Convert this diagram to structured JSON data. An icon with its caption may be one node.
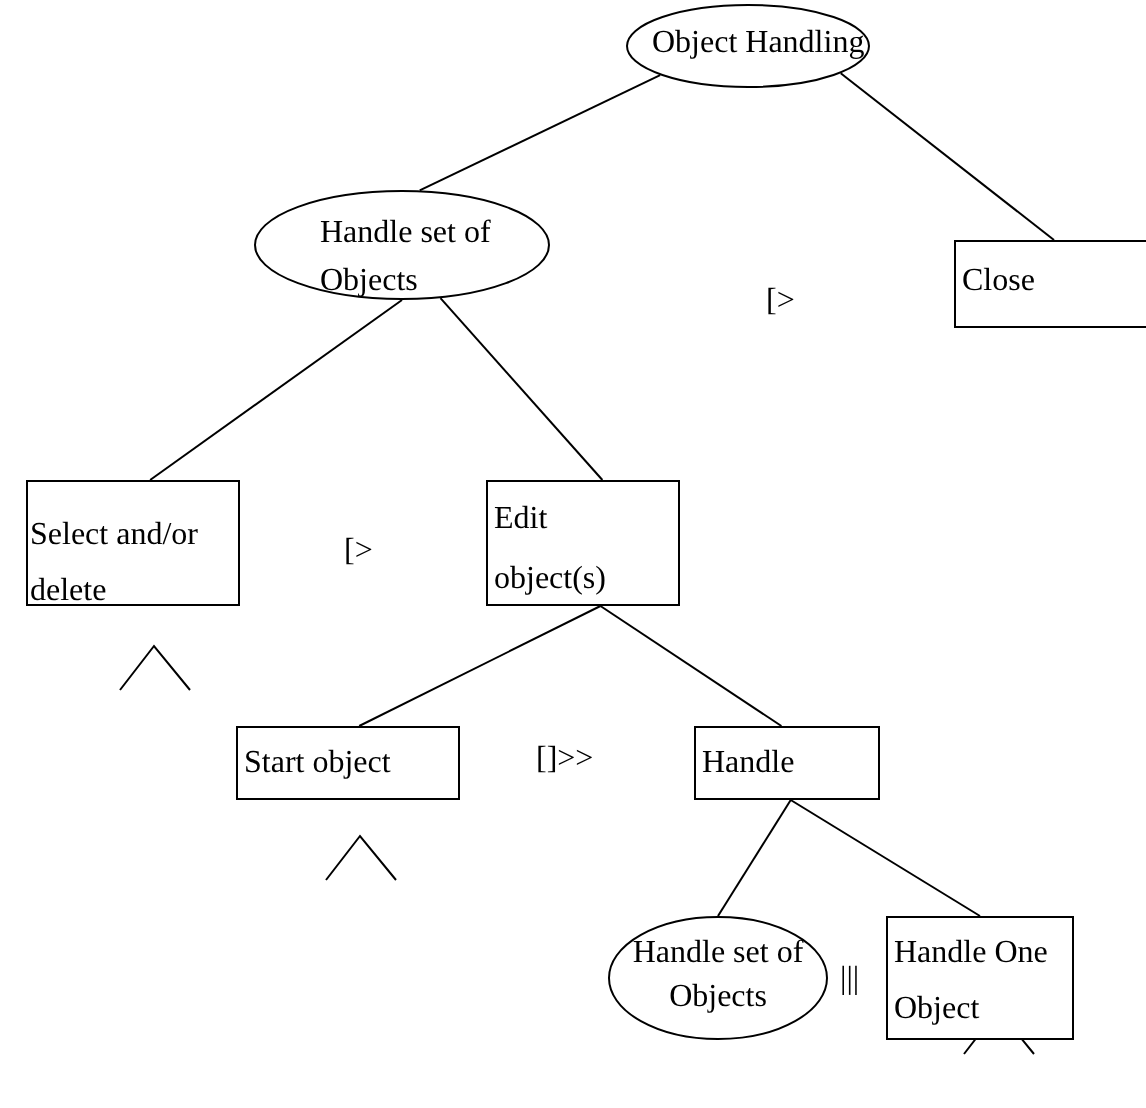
{
  "diagram": {
    "nodes": [
      {
        "text": [
          "Object Handling"
        ]
      },
      {
        "text": [
          "Handle set of Objects"
        ]
      },
      {
        "text": [
          "Close"
        ]
      },
      {
        "text": [
          "Select and/or delete"
        ]
      },
      {
        "text": [
          "Edit object(s)"
        ]
      },
      {
        "text": [
          "Start object"
        ]
      },
      {
        "text": [
          "Handle"
        ]
      },
      {
        "text": [
          "Handle set of Objects"
        ]
      },
      {
        "text": [
          "Handle One Object"
        ]
      }
    ],
    "edges": [
      {
        "from": 0,
        "to": 1,
        "arrow": "none"
      },
      {
        "from": 0,
        "to": 2,
        "arrow": "none"
      },
      {
        "from": 1,
        "to": 3,
        "arrow": "none"
      },
      {
        "from": 1,
        "to": 4,
        "arrow": "none"
      },
      {
        "from": 4,
        "to": 5,
        "arrow": "none"
      },
      {
        "from": 4,
        "to": 6,
        "arrow": "none"
      },
      {
        "from": 6,
        "to": 7,
        "arrow": "none"
      },
      {
        "from": 6,
        "to": 8,
        "arrow": "none"
      }
    ],
    "labels": [
      "[>",
      "[>",
      "[]>>",
      "|||"
    ]
  }
}
